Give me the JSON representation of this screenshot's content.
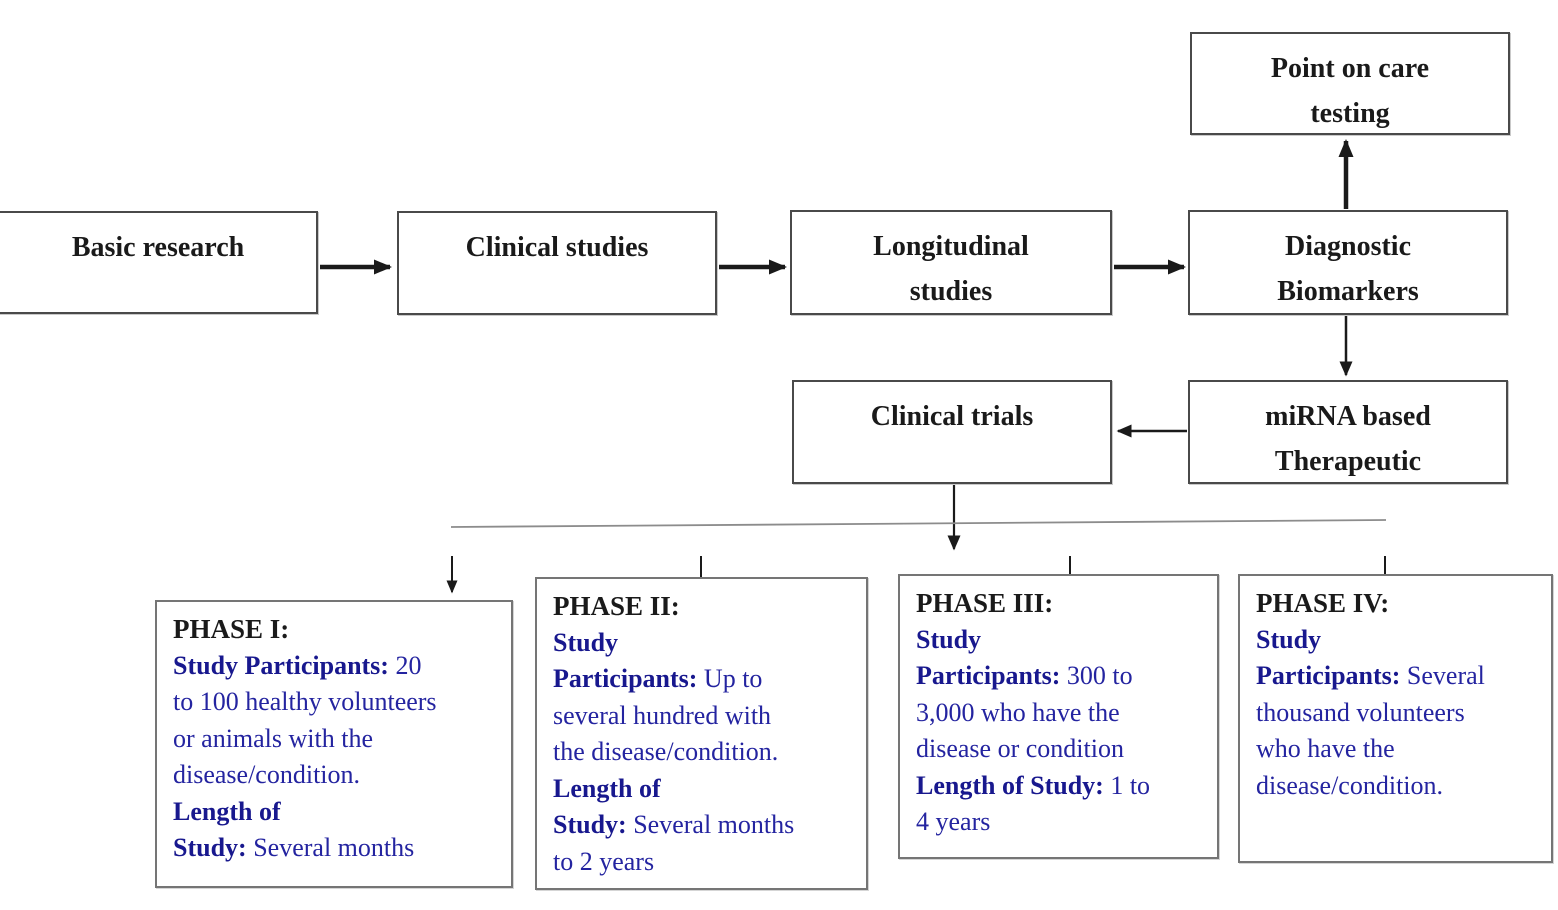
{
  "nodes": {
    "basic_research": {
      "lines": [
        "Basic research"
      ]
    },
    "clinical_studies": {
      "lines": [
        "Clinical studies"
      ]
    },
    "longitudinal_studies": {
      "lines": [
        "Longitudinal",
        "studies"
      ]
    },
    "diagnostic_biomarkers": {
      "lines": [
        "Diagnostic",
        "Biomarkers"
      ]
    },
    "point_on_care": {
      "lines": [
        "Point on care",
        "testing"
      ]
    },
    "mirna_therapeutic": {
      "lines": [
        "miRNA based",
        "Therapeutic"
      ]
    },
    "clinical_trials": {
      "lines": [
        "Clinical trials"
      ]
    }
  },
  "phases": [
    {
      "title": "PHASE I:",
      "lines": [
        [
          {
            "t": "Study Participants:",
            "b": true
          },
          {
            "t": " 20",
            "b": false
          }
        ],
        [
          {
            "t": "to 100 healthy volunteers",
            "b": false
          }
        ],
        [
          {
            "t": "or animals with the",
            "b": false
          }
        ],
        [
          {
            "t": "disease/condition.",
            "b": false
          }
        ],
        [
          {
            "t": "Length of",
            "b": true
          }
        ],
        [
          {
            "t": "Study:",
            "b": true
          },
          {
            "t": " Several months",
            "b": false
          }
        ]
      ]
    },
    {
      "title": "PHASE II:",
      "lines": [
        [
          {
            "t": "Study",
            "b": true
          }
        ],
        [
          {
            "t": "Participants:",
            "b": true
          },
          {
            "t": " Up to",
            "b": false
          }
        ],
        [
          {
            "t": "several hundred with",
            "b": false
          }
        ],
        [
          {
            "t": "the disease/condition.",
            "b": false
          }
        ],
        [
          {
            "t": "Length of",
            "b": true
          }
        ],
        [
          {
            "t": "Study:",
            "b": true
          },
          {
            "t": " Several months",
            "b": false
          }
        ],
        [
          {
            "t": "to 2 years",
            "b": false
          }
        ]
      ]
    },
    {
      "title": "PHASE III:",
      "lines": [
        [
          {
            "t": "Study",
            "b": true
          }
        ],
        [
          {
            "t": "Participants:",
            "b": true
          },
          {
            "t": " 300 to",
            "b": false
          }
        ],
        [
          {
            "t": "3,000 who have the",
            "b": false
          }
        ],
        [
          {
            "t": "disease or condition",
            "b": false
          }
        ],
        [
          {
            "t": "Length of Study:",
            "b": true
          },
          {
            "t": " 1 to",
            "b": false
          }
        ],
        [
          {
            "t": "4 years",
            "b": false
          }
        ]
      ]
    },
    {
      "title": "PHASE IV:",
      "lines": [
        [
          {
            "t": "Study",
            "b": true
          }
        ],
        [
          {
            "t": "Participants:",
            "b": true
          },
          {
            "t": " Several",
            "b": false
          }
        ],
        [
          {
            "t": "thousand volunteers",
            "b": false
          }
        ],
        [
          {
            "t": "who have the",
            "b": false
          }
        ],
        [
          {
            "t": "disease/condition.",
            "b": false
          }
        ]
      ]
    }
  ],
  "colors": {
    "background": "#ffffff",
    "node_border": "#4a4a4a",
    "phase_border": "#757575",
    "node_text": "#1a1a1a",
    "body_blue": "#2424a0",
    "body_blue_bold": "#18188e",
    "arrow": "#1a1a1a",
    "branch_line": "#8c8c8c"
  }
}
